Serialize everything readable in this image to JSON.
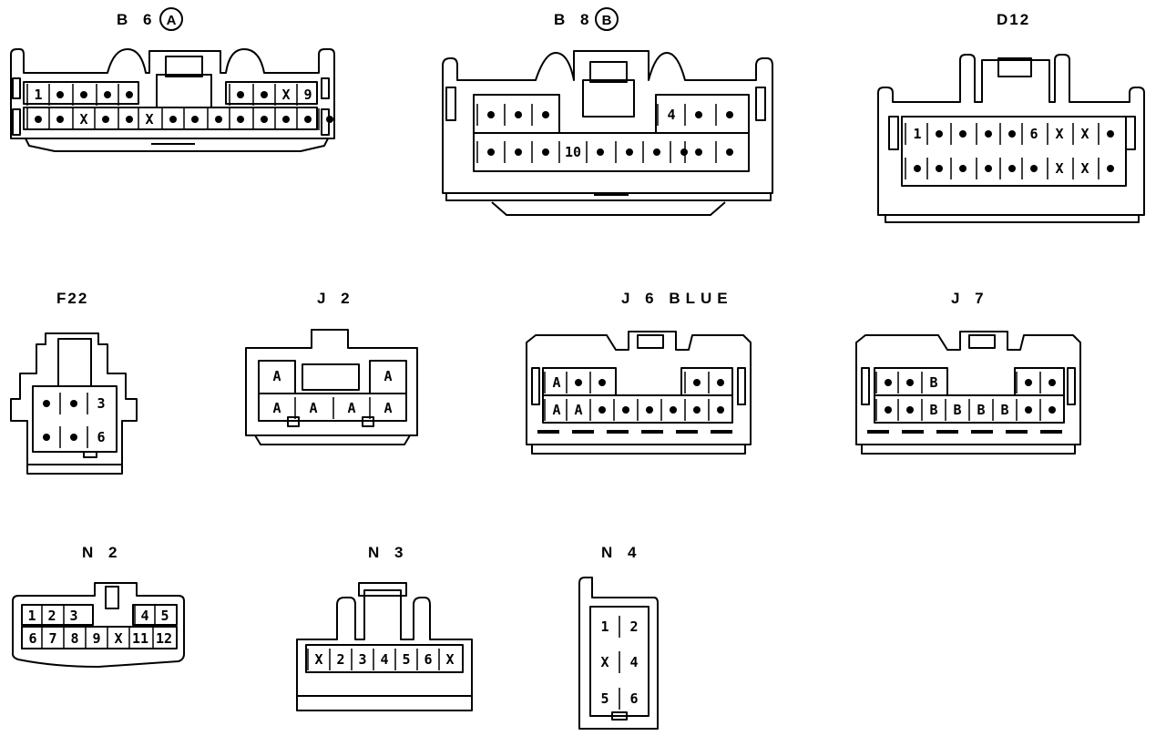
{
  "connectors": {
    "B6": {
      "label": "B 6",
      "badge": "A",
      "rows": [
        [
          "1",
          "•",
          "•",
          "•",
          "•",
          "",
          "",
          "",
          "•",
          "•",
          "X",
          "9"
        ],
        [
          "•",
          "•",
          "X",
          "•",
          "•",
          "X",
          "•",
          "•",
          "•",
          "•",
          "•",
          "•",
          "•",
          "•"
        ]
      ]
    },
    "B8": {
      "label": "B 8",
      "badge": "B",
      "rows": [
        [
          "•",
          "•",
          "•",
          "4",
          "•",
          "•"
        ],
        [
          "•",
          "•",
          "•",
          "10",
          "•",
          "•",
          "•",
          "•",
          "•",
          "•"
        ]
      ]
    },
    "D12": {
      "label": "D12",
      "rows": [
        [
          "1",
          "•",
          "•",
          "•",
          "•",
          "6",
          "X",
          "X",
          "•"
        ],
        [
          "•",
          "•",
          "•",
          "•",
          "•",
          "•",
          "X",
          "X",
          "•"
        ]
      ]
    },
    "F22": {
      "label": "F22",
      "rows": [
        [
          "•",
          "•",
          "3"
        ],
        [
          "•",
          "•",
          "6"
        ]
      ]
    },
    "J2": {
      "label": "J 2",
      "rows": [
        [
          "A",
          "A"
        ],
        [
          "A",
          "A",
          "A",
          "A"
        ]
      ]
    },
    "J6": {
      "label": "J 6  BLUE",
      "rows": [
        [
          "A",
          "•",
          "•",
          "•",
          "•"
        ],
        [
          "A",
          "A",
          "•",
          "•",
          "•",
          "•",
          "•",
          "•"
        ]
      ]
    },
    "J7": {
      "label": "J 7",
      "rows": [
        [
          "•",
          "•",
          "B",
          "•",
          "•"
        ],
        [
          "•",
          "•",
          "B",
          "B",
          "B",
          "B",
          "•",
          "•"
        ]
      ]
    },
    "N2": {
      "label": "N 2",
      "rows": [
        [
          "1",
          "2",
          "3",
          "4",
          "5"
        ],
        [
          "6",
          "7",
          "8",
          "9",
          "X",
          "11",
          "12"
        ]
      ]
    },
    "N3": {
      "label": "N 3",
      "rows": [
        [
          "X",
          "2",
          "3",
          "4",
          "5",
          "6",
          "X"
        ]
      ]
    },
    "N4": {
      "label": "N 4",
      "rows": [
        [
          "1",
          "2"
        ],
        [
          "X",
          "4"
        ],
        [
          "5",
          "6"
        ]
      ]
    }
  }
}
